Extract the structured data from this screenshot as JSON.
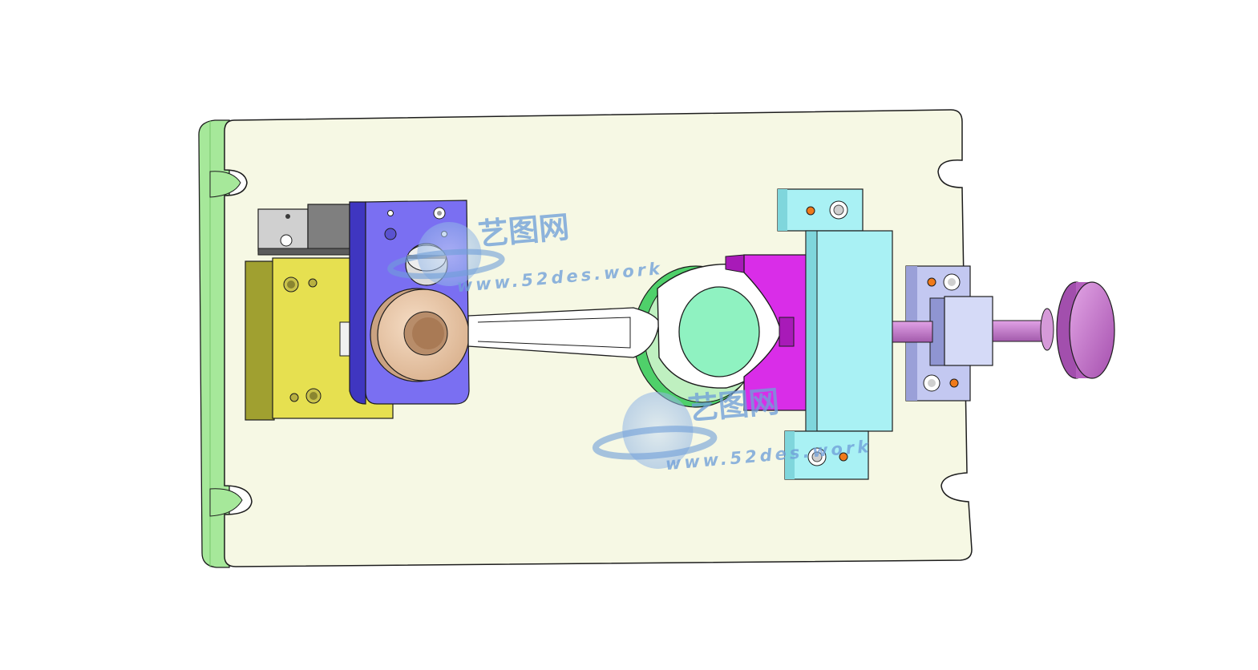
{
  "watermark": {
    "brand": "艺图网",
    "url": "www.52des.work"
  },
  "colors": {
    "background": "#ffffff",
    "base_plate": "#f6f8e4",
    "plate_edge": "#a6e89a",
    "locating_block": "#e6e050",
    "support_plate": "#7a6ff2",
    "cam": "#e9c9ab",
    "connecting_rod": "#ffffff",
    "rod_bore": "#8ff2c1",
    "v_block": "#d92de8",
    "slide_body": "#a9f1f4",
    "guide_block": "#c3c8f1",
    "knob": "#c879cf",
    "watermark": "#6f9fd8"
  },
  "parts": [
    "base-plate",
    "locating-block",
    "support-plate",
    "cam",
    "connecting-rod",
    "v-block",
    "slide-body",
    "guide-block",
    "screw-rod",
    "knob"
  ]
}
